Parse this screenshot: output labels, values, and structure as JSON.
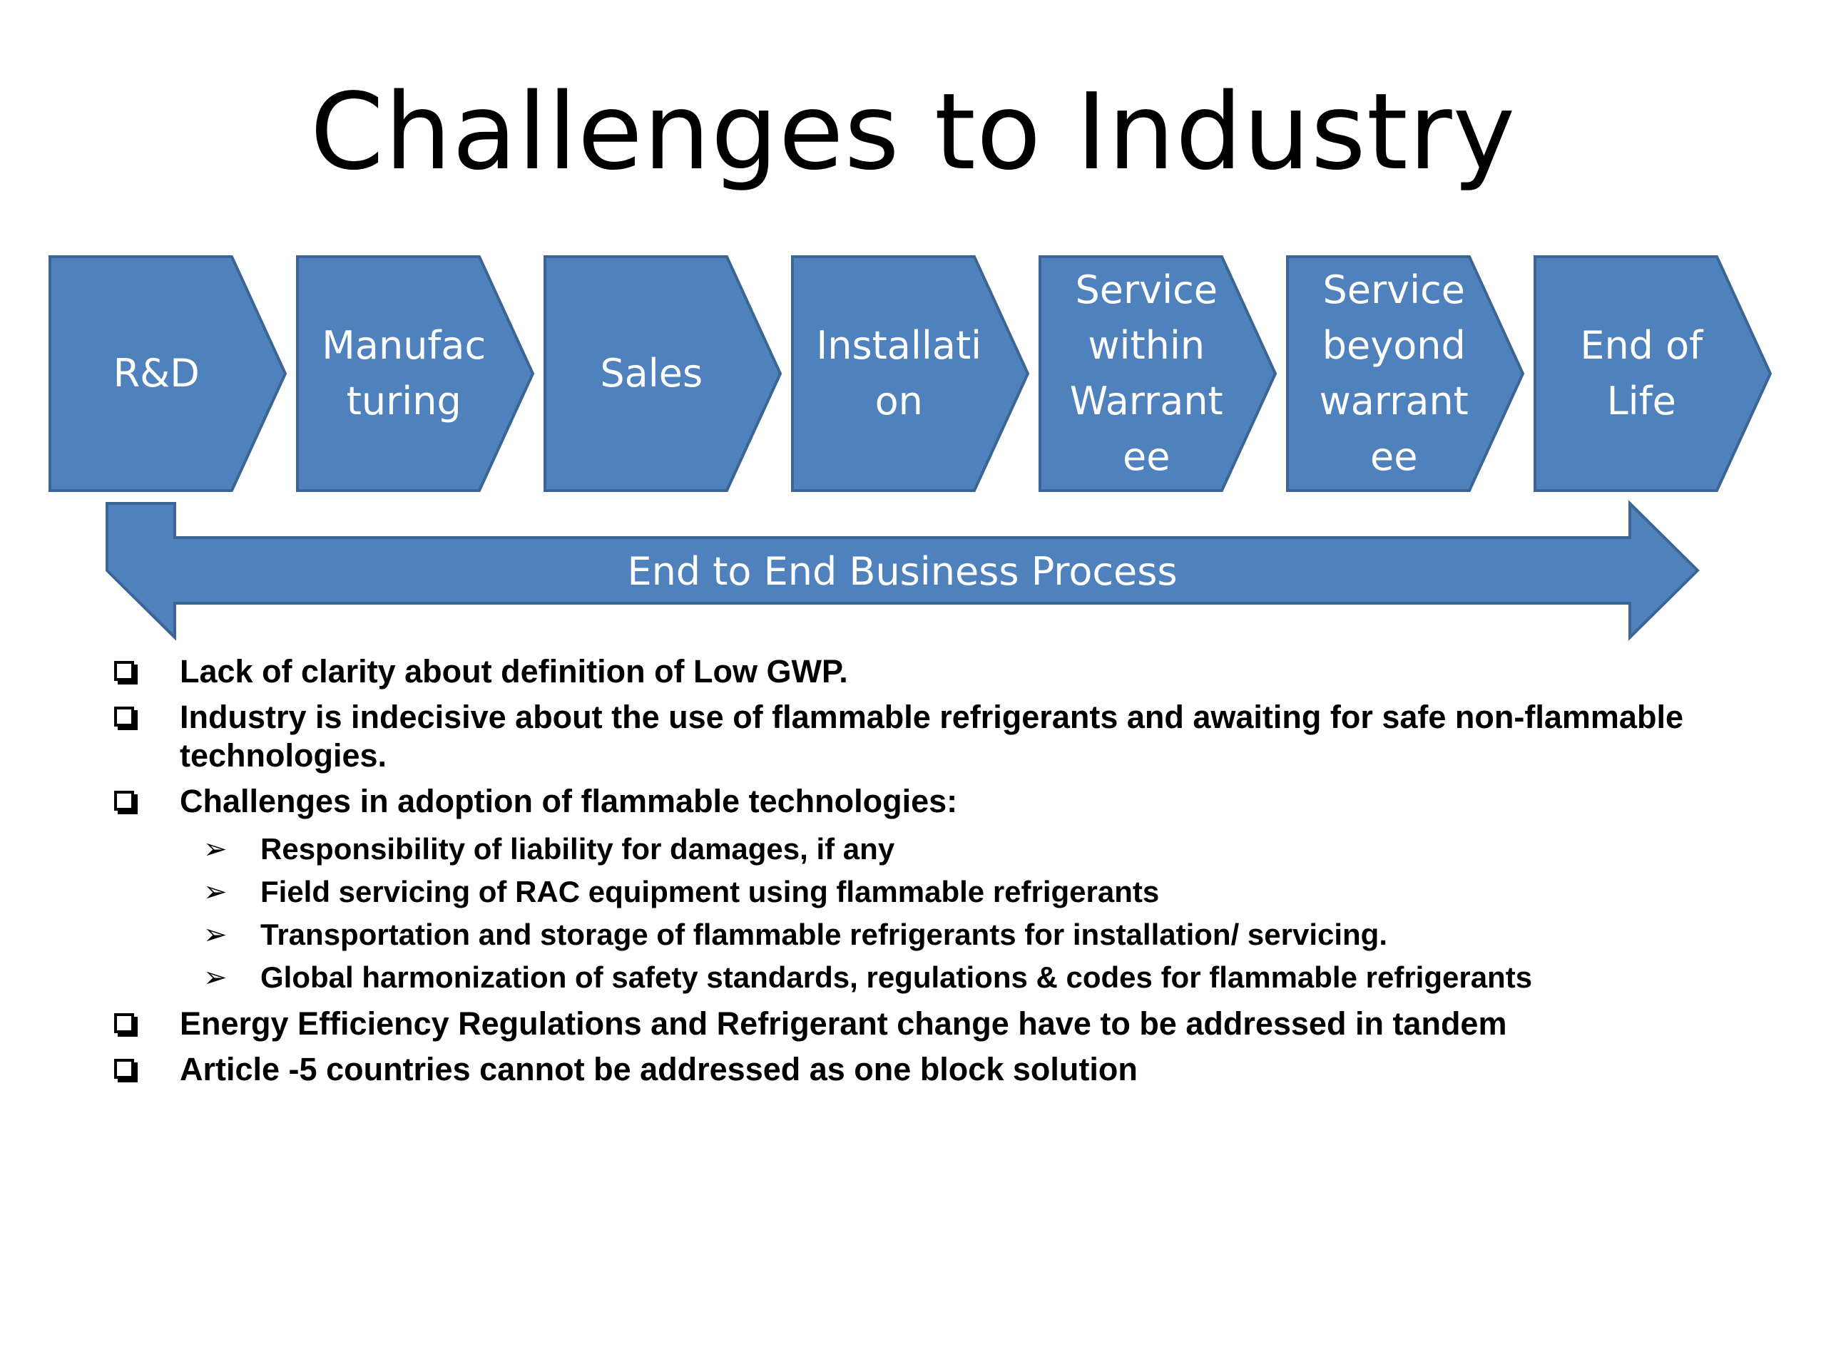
{
  "title": "Challenges to Industry",
  "process": {
    "steps": [
      {
        "label": "R&D"
      },
      {
        "label": "Manufac\nturing"
      },
      {
        "label": "Sales"
      },
      {
        "label": "Installati\non"
      },
      {
        "label": "Service\nwithin\nWarrant\nee"
      },
      {
        "label": "Service\nbeyond\nwarrant\nee"
      },
      {
        "label": "End of\nLife"
      }
    ],
    "arrow_label": "End to End Business Process",
    "fill_color": "#4F81BD",
    "border_color": "#3A6595"
  },
  "bullets": [
    {
      "text": "Lack of clarity about definition of Low GWP.",
      "marker": "checkbox-square-icon"
    },
    {
      "text": "Industry is  indecisive about the use of flammable refrigerants and awaiting for safe non-flammable technologies.",
      "marker": "checkbox-square-icon"
    },
    {
      "text": "Challenges in adoption of  flammable technologies:",
      "marker": "checkbox-square-icon"
    }
  ],
  "sub_bullets": [
    {
      "text": "Responsibility of liability for damages, if any",
      "marker": "arrowhead-icon"
    },
    {
      "text": "Field servicing of RAC equipment using flammable refrigerants",
      "marker": "arrowhead-icon"
    },
    {
      "text": " Transportation and storage of  flammable refrigerants for installation/ servicing.",
      "marker": "arrowhead-icon"
    },
    {
      "text": "Global  harmonization of   safety  standards, regulations & codes for flammable refrigerants",
      "marker": "arrowhead-icon"
    }
  ],
  "bullets_after": [
    {
      "text": "Energy Efficiency Regulations and Refrigerant change  have to be addressed in tandem",
      "marker": "checkbox-square-icon"
    },
    {
      "text": "Article -5 countries cannot be addressed as one block solution",
      "marker": "checkbox-square-icon"
    }
  ]
}
